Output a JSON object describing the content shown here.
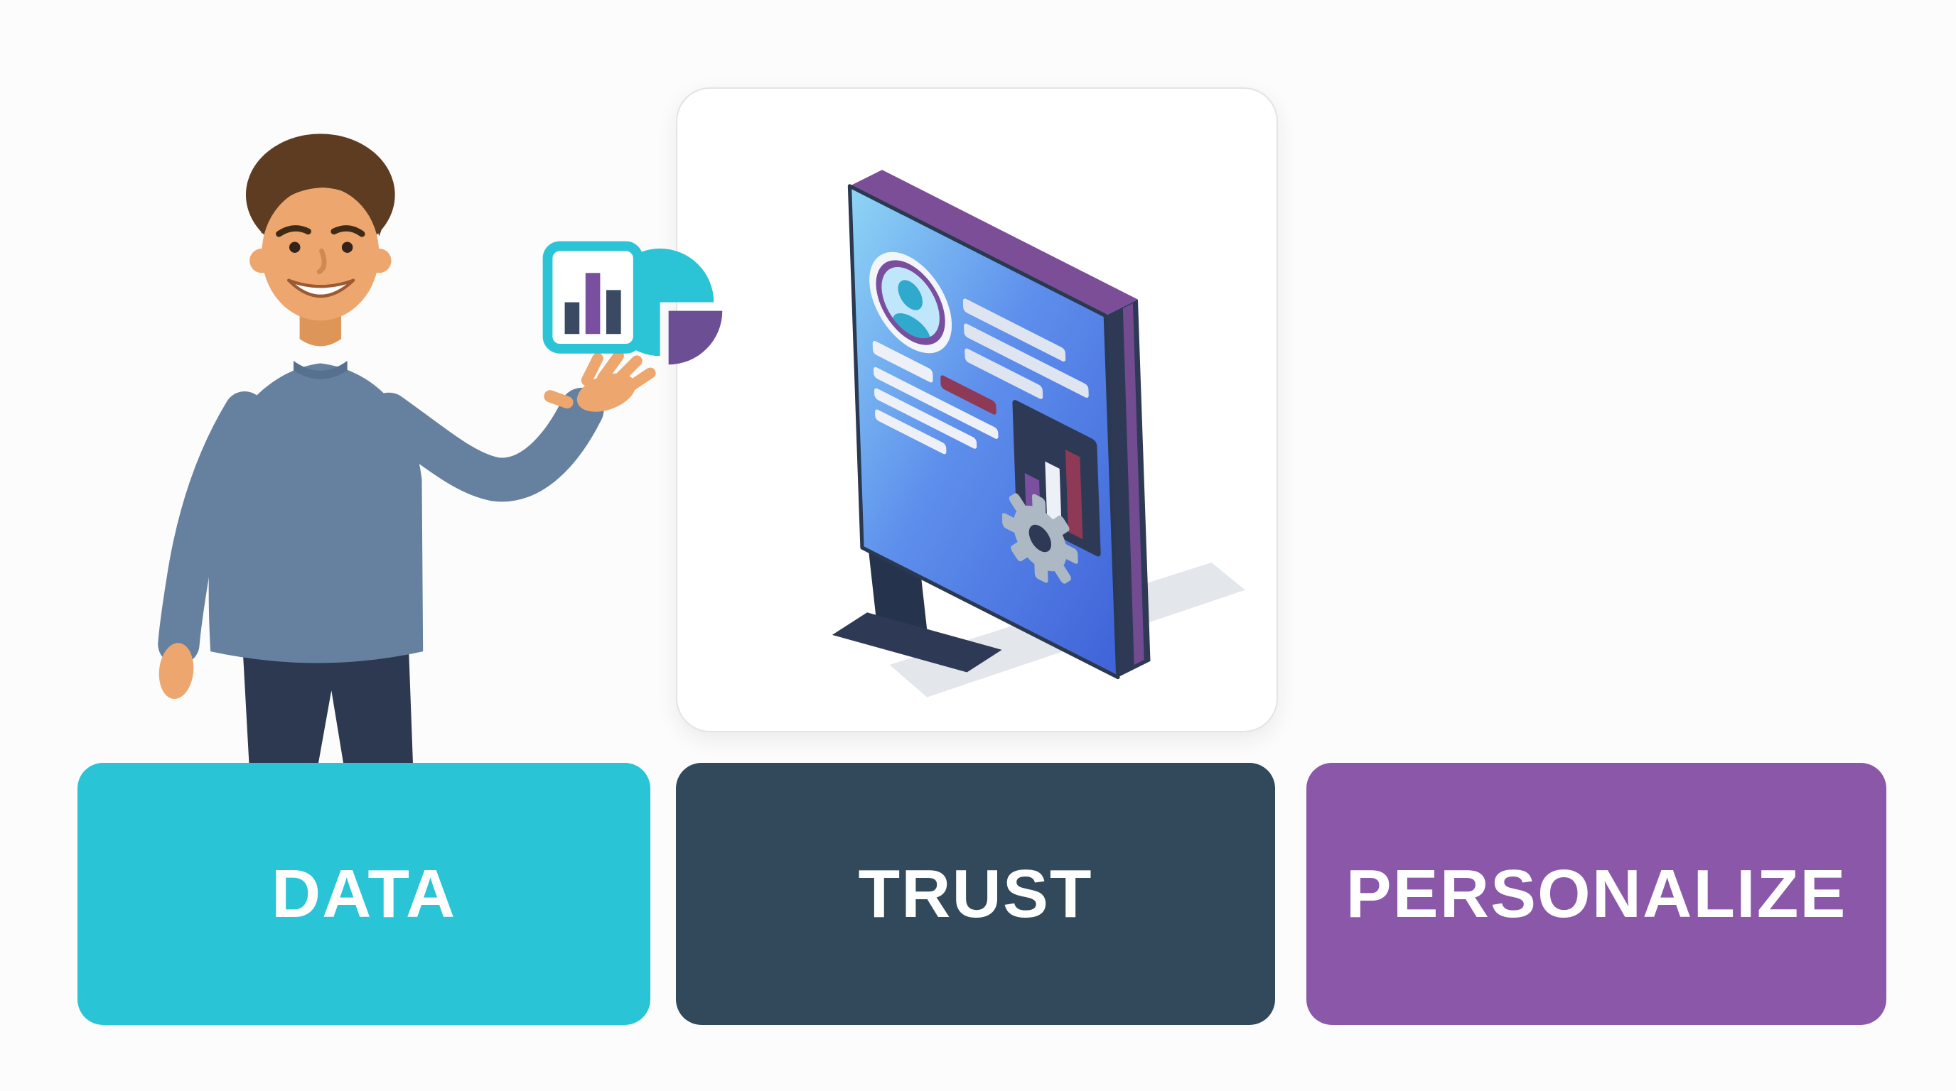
{
  "canvas": {
    "background": "#FCFCFC"
  },
  "banners": [
    {
      "id": "data",
      "label": "DATA",
      "color": "#29C4D5"
    },
    {
      "id": "trust",
      "label": "TRUST",
      "color": "#32495C"
    },
    {
      "id": "personalize",
      "label": "PERSONALIZE",
      "color": "#8B58A9"
    }
  ],
  "illustration": {
    "person": "man presenting analytics icons",
    "icons": [
      {
        "name": "bar-chart-icon",
        "colors": [
          "#2BC4D6",
          "#7A4FA0",
          "#3A4A63"
        ]
      },
      {
        "name": "pie-chart-icon",
        "colors": [
          "#2BC4D6",
          "#6B4E93"
        ]
      }
    ],
    "dashboard_card": {
      "name": "isometric-profile-dashboard",
      "elements": [
        "user-avatar-icon",
        "profile-text-lines",
        "mini-bar-chart",
        "gear-icon",
        "screen-stand"
      ],
      "screen_colors": [
        "#8ED6F5",
        "#3F62D8",
        "#7B4E97",
        "#2E3A55",
        "#8E3A57"
      ]
    }
  }
}
